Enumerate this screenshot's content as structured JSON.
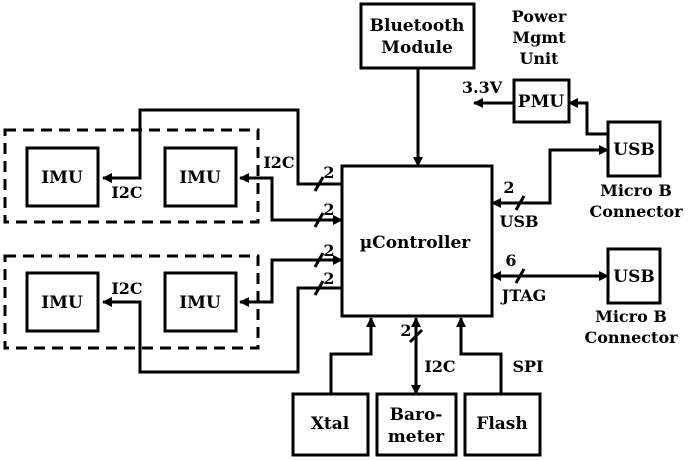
{
  "blocks": {
    "bluetooth": [
      "Bluetooth",
      "Module"
    ],
    "power_title": [
      "Power",
      "Mgmt",
      "Unit"
    ],
    "pmu": "PMU",
    "voltage": "3.3V",
    "imu": "IMU",
    "microcontroller": "µController",
    "usb": "USB",
    "micro_b_connector": [
      "Micro B",
      "Connector"
    ],
    "xtal": "Xtal",
    "barometer": [
      "Baro-",
      "meter"
    ],
    "flash": "Flash"
  },
  "signals": {
    "i2c": "I2C",
    "usb": "USB",
    "jtag": "JTAG",
    "spi": "SPI",
    "width_2": "2",
    "width_6": "6"
  }
}
